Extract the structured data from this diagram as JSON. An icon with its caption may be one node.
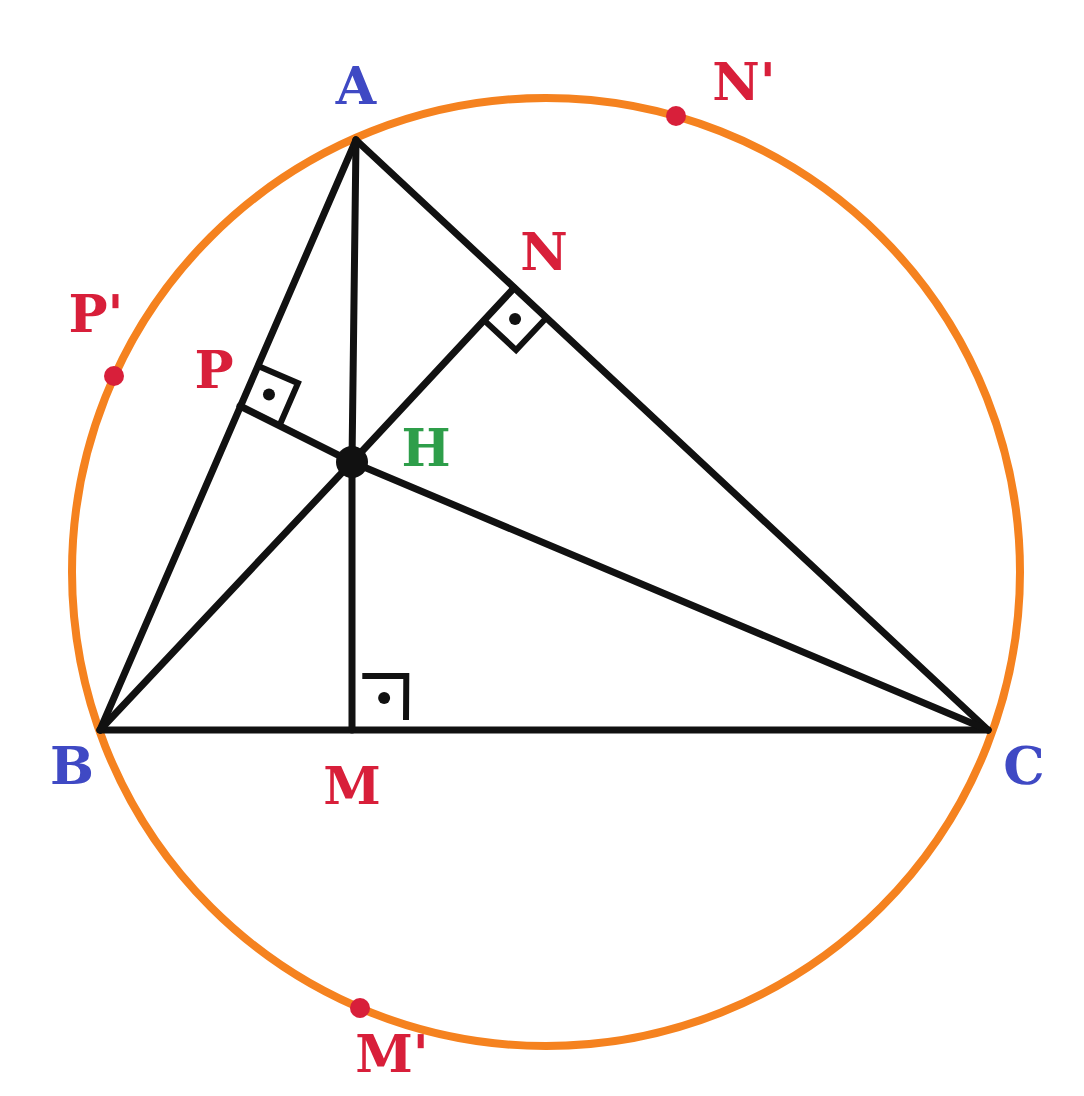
{
  "diagram": {
    "nodes": [
      {
        "text": [
          "A"
        ]
      },
      {
        "text": [
          "N'"
        ]
      },
      {
        "text": [
          "N"
        ]
      },
      {
        "text": [
          "P'"
        ]
      },
      {
        "text": [
          "P"
        ]
      },
      {
        "text": [
          "H"
        ]
      },
      {
        "text": [
          "B"
        ]
      },
      {
        "text": [
          "M"
        ]
      },
      {
        "text": [
          "C"
        ]
      },
      {
        "text": [
          "M'"
        ]
      }
    ],
    "edges": [
      {
        "from": 0,
        "to": 6,
        "arrow": "none"
      },
      {
        "from": 6,
        "to": 8,
        "arrow": "none"
      },
      {
        "from": 8,
        "to": 0,
        "arrow": "none"
      },
      {
        "from": 0,
        "to": 5,
        "arrow": "none"
      },
      {
        "from": 5,
        "to": 7,
        "arrow": "none"
      },
      {
        "from": 6,
        "to": 5,
        "arrow": "none"
      },
      {
        "from": 5,
        "to": 2,
        "arrow": "none"
      },
      {
        "from": 8,
        "to": 5,
        "arrow": "none"
      },
      {
        "from": 5,
        "to": 4,
        "arrow": "none"
      }
    ]
  }
}
